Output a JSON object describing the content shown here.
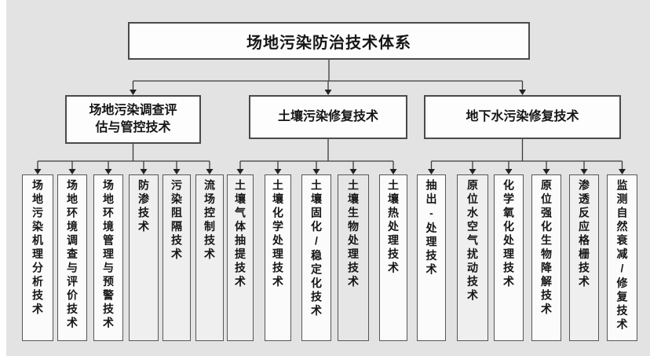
{
  "root": {
    "label": "场地污染防治技术体系"
  },
  "branches": [
    {
      "label": "场地污染调查评估与管控技术",
      "leaves": [
        {
          "label": "场地污染机理分析技术",
          "fill": "#fbfbfb"
        },
        {
          "label": "场地环境调查与评价技术",
          "fill": "#fbfbfb"
        },
        {
          "label": "场地环境管理与预警技术",
          "fill": "#fbfbfb"
        },
        {
          "label": "防渗技术",
          "fill": "#efefef"
        },
        {
          "label": "污染阻隔技术",
          "fill": "#efefef"
        },
        {
          "label": "流场控制技术",
          "fill": "#efefef"
        }
      ]
    },
    {
      "label": "土壤污染修复技术",
      "leaves": [
        {
          "label": "土壤气体抽提技术",
          "fill": "#efefef"
        },
        {
          "label": "土壤化学处理技术",
          "fill": "#fbfbfb"
        },
        {
          "label": "土壤固化/稳定化技术",
          "fill": "#fbfbfb"
        },
        {
          "label": "土壤生物处理技术",
          "fill": "#e6e6e6"
        },
        {
          "label": "土壤热处理技术",
          "fill": "#fbfbfb"
        }
      ]
    },
    {
      "label": "地下水污染修复技术",
      "leaves": [
        {
          "label": "抽出-处理技术",
          "fill": "#fbfbfb"
        },
        {
          "label": "原位水空气扰动技术",
          "fill": "#efefef"
        },
        {
          "label": "化学氧化处理技术",
          "fill": "#fbfbfb"
        },
        {
          "label": "原位强化生物降解技术",
          "fill": "#fbfbfb"
        },
        {
          "label": "渗透反应格栅技术",
          "fill": "#efefef"
        },
        {
          "label": "监测自然衰减/修复技术",
          "fill": "#fbfbfb"
        }
      ]
    }
  ],
  "colors": {
    "background": "#e3e3e3",
    "box_border": "#4a4a4a",
    "connector_line": "#3c3c3c",
    "box_fill": "#fdfdfd",
    "box_fill_shaded": "#e6e6e6",
    "text": "#161616"
  }
}
